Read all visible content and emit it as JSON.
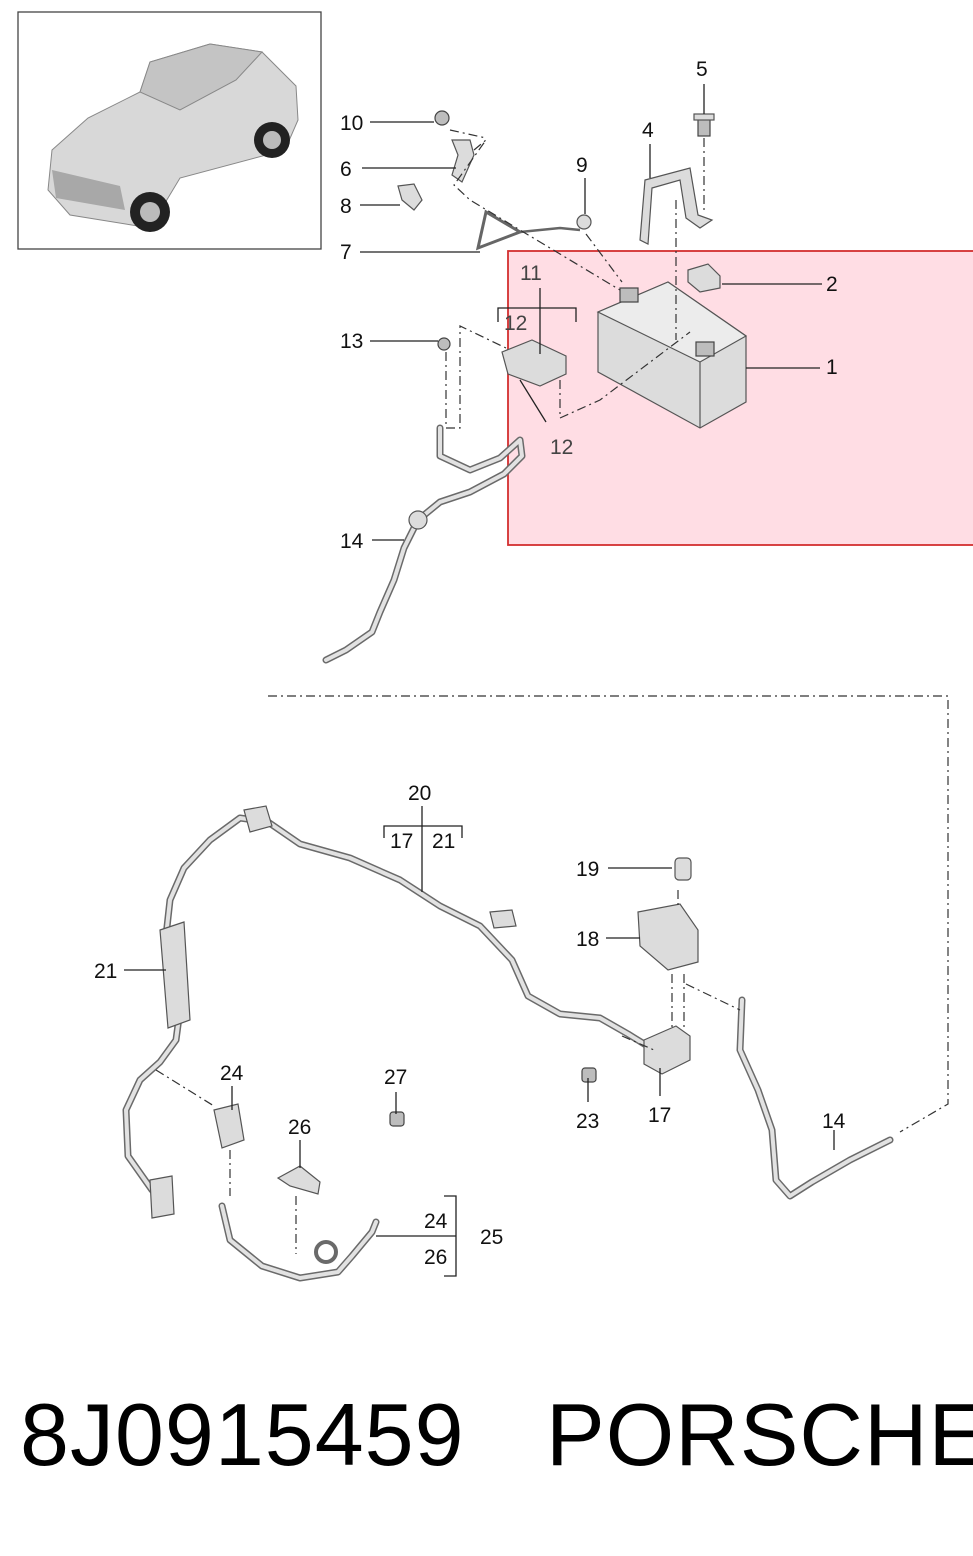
{
  "diagram": {
    "callouts": {
      "c1": "1",
      "c2": "2",
      "c4": "4",
      "c5": "5",
      "c6": "6",
      "c7": "7",
      "c8": "8",
      "c9": "9",
      "c10": "10",
      "c11": "11",
      "c12a": "12",
      "c12b": "12",
      "c13": "13",
      "c14a": "14",
      "c14b": "14",
      "c17a": "17",
      "c17b": "17",
      "c18": "18",
      "c19": "19",
      "c20": "20",
      "c21a": "21",
      "c21b": "21",
      "c23": "23",
      "c24a": "24",
      "c24b": "24",
      "c25": "25",
      "c26a": "26",
      "c26b": "26",
      "c27": "27"
    },
    "highlight_color": "#ffdde4",
    "highlight_border": "#d32f2f",
    "icons": [
      "car-thumbnail-icon"
    ]
  },
  "footer": {
    "part_number": "8J0915459",
    "brand": "PORSCHE"
  }
}
